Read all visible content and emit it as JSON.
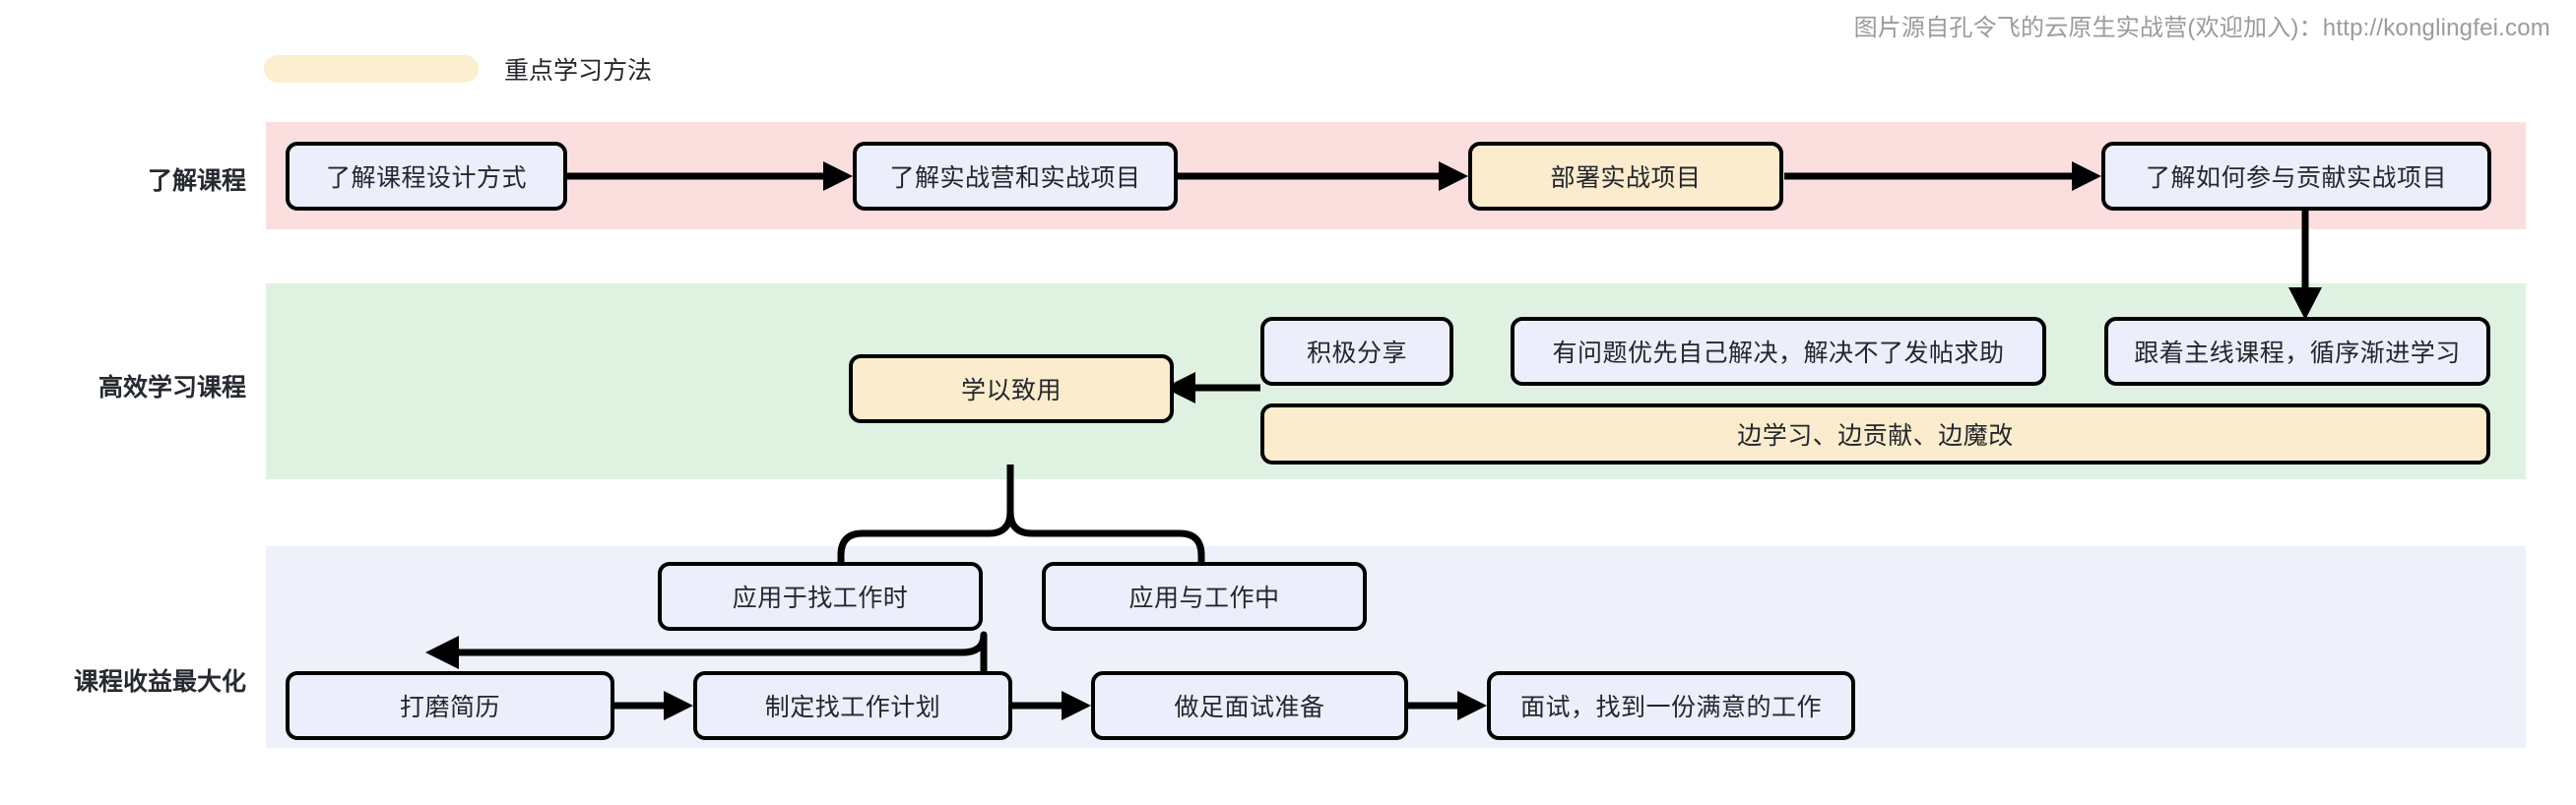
{
  "credit": "图片源自孔令飞的云原生实战营(欢迎加入)：http://konglingfei.com",
  "legend": {
    "swatch_color": "#fbefd0",
    "label": "重点学习方法"
  },
  "colors": {
    "band_row1": "#fbdfdf",
    "band_row2": "#dff2e1",
    "band_row3": "#eef1fa",
    "node_default": "#eceffb",
    "node_highlight": "#fbeccd",
    "stroke": "#000000",
    "credit_text": "#9b9b9b"
  },
  "rows": [
    {
      "label": "了解课程",
      "nodes": [
        {
          "text": "了解课程设计方式",
          "highlight": false
        },
        {
          "text": "了解实战营和实战项目",
          "highlight": false
        },
        {
          "text": "部署实战项目",
          "highlight": true
        },
        {
          "text": "了解如何参与贡献实战项目",
          "highlight": false
        }
      ]
    },
    {
      "label": "高效学习课程",
      "nodes": [
        {
          "text": "学以致用",
          "highlight": true
        },
        {
          "text": "积极分享",
          "highlight": false
        },
        {
          "text": "有问题优先自己解决，解决不了发帖求助",
          "highlight": false
        },
        {
          "text": "跟着主线课程，循序渐进学习",
          "highlight": false
        },
        {
          "text": "边学习、边贡献、边魔改",
          "highlight": true
        }
      ]
    },
    {
      "label": "课程收益最大化",
      "nodes": [
        {
          "text": "应用于找工作时",
          "highlight": false
        },
        {
          "text": "应用与工作中",
          "highlight": false
        },
        {
          "text": "打磨简历",
          "highlight": false
        },
        {
          "text": "制定找工作计划",
          "highlight": false
        },
        {
          "text": "做足面试准备",
          "highlight": false
        },
        {
          "text": "面试，找到一份满意的工作",
          "highlight": false
        }
      ]
    }
  ]
}
